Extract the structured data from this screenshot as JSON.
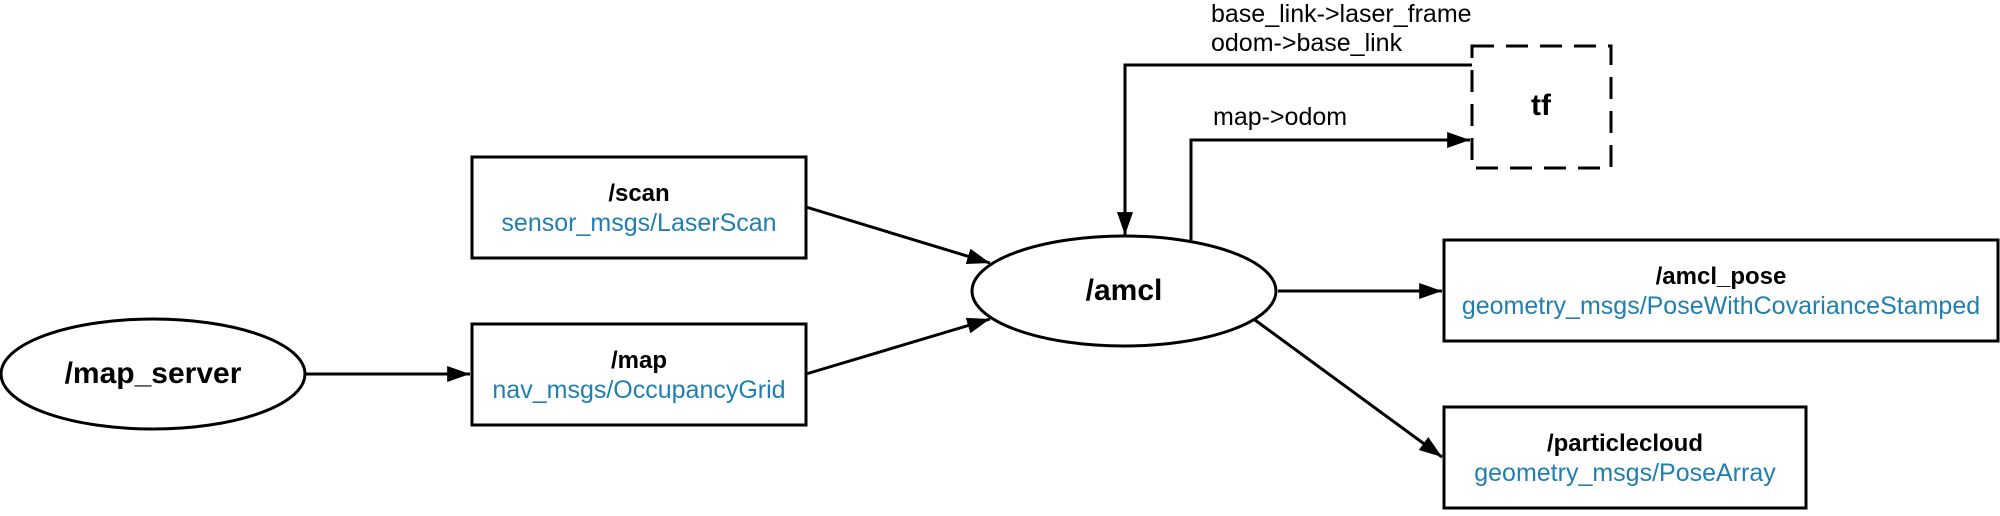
{
  "colors": {
    "stroke": "#000000",
    "message_type_text": "#1f7fb0",
    "background": "#ffffff"
  },
  "nodes": {
    "map_server": {
      "label": "/map_server",
      "shape": "ellipse"
    },
    "amcl": {
      "label": "/amcl",
      "shape": "ellipse"
    },
    "tf": {
      "label": "tf",
      "shape": "dashed-box"
    }
  },
  "topics": {
    "scan": {
      "name": "/scan",
      "type": "sensor_msgs/LaserScan"
    },
    "map": {
      "name": "/map",
      "type": "nav_msgs/OccupancyGrid"
    },
    "amcl_pose": {
      "name": "/amcl_pose",
      "type": "geometry_msgs/PoseWithCovarianceStamped"
    },
    "particlecloud": {
      "name": "/particlecloud",
      "type": "geometry_msgs/PoseArray"
    }
  },
  "edge_labels": {
    "tf_to_amcl_line1": "base_link->laser_frame",
    "tf_to_amcl_line2": "odom->base_link",
    "amcl_to_tf": "map->odom"
  }
}
